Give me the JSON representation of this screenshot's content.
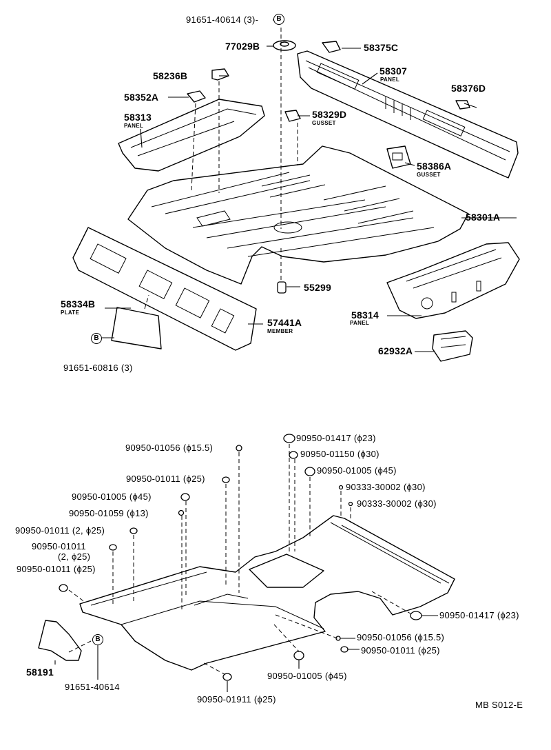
{
  "upper": {
    "p_91651_40614_3": "91651-40614 (3)-",
    "p_77029b": "77029B",
    "p_58375c": "58375C",
    "p_58236b": "58236B",
    "p_58307": "58307",
    "p_58307_sub": "PANEL",
    "p_58352a": "58352A",
    "p_58376d": "58376D",
    "p_58313": "58313",
    "p_58313_sub": "PANEL",
    "p_58329d": "58329D",
    "p_58329d_sub": "GUSSET",
    "p_58386a": "58386A",
    "p_58386a_sub": "GUSSET",
    "p_58301a": "58301A",
    "p_55299": "55299",
    "p_58334b": "58334B",
    "p_58334b_sub": "PLATE",
    "p_57441a": "57441A",
    "p_57441a_sub": "MEMBER",
    "p_58314": "58314",
    "p_58314_sub": "PANEL",
    "p_62932a": "62932A",
    "p_91651_60816": "91651-60816 (3)",
    "circle_b": "B"
  },
  "lower": {
    "l1": "90950-01056 (ϕ15.5)",
    "l2": "90950-01011 (ϕ25)",
    "l3": "90950-01005 (ϕ45)",
    "l4": "90950-01059 (ϕ13)",
    "l5": "90950-01011 (2, ϕ25)",
    "l6a": "90950-01011",
    "l6b": "(2, ϕ25)",
    "l7": "90950-01011 (ϕ25)",
    "r1": "90950-01417 (ϕ23)",
    "r2": "90950-01150 (ϕ30)",
    "r3": "90950-01005 (ϕ45)",
    "r4": "90333-30002 (ϕ30)",
    "r5": "90333-30002 (ϕ30)",
    "r6": "90950-01417 (ϕ23)",
    "r7": "90950-01056 (ϕ15.5)",
    "r8": "90950-01011 (ϕ25)",
    "b1": "90950-01005 (ϕ45)",
    "b2": "90950-01911 (ϕ25)",
    "p_58191": "58191",
    "p_91651_40614": "91651-40614",
    "circle_b": "B"
  },
  "code": "MB S012-E"
}
